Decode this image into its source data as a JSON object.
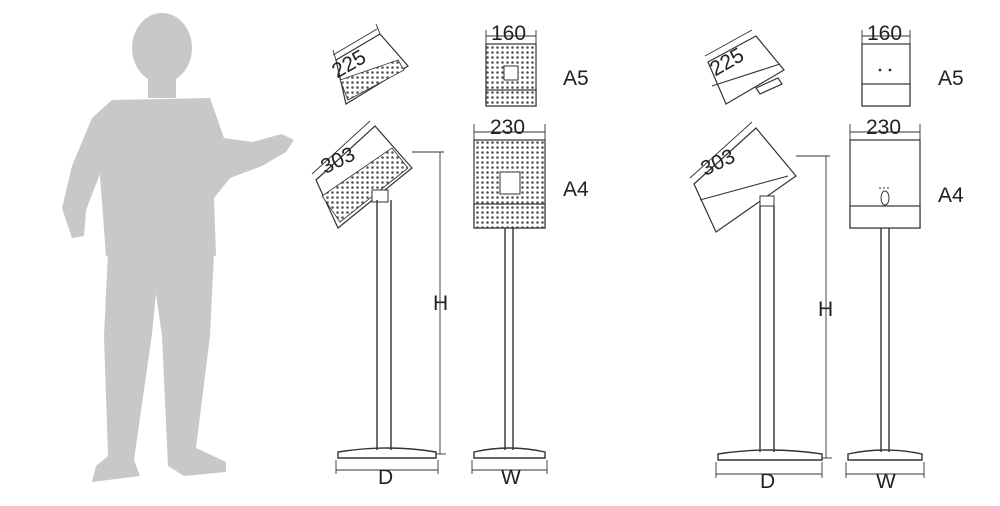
{
  "colors": {
    "silhouette": "#c8c8c8",
    "line": "#333333",
    "background": "#ffffff"
  },
  "figure": {
    "name": "person-silhouette"
  },
  "stands": [
    {
      "style": "perforated",
      "side_view": {
        "a5_width": "225",
        "a4_width": "303",
        "height_label": "H",
        "depth_label": "D"
      },
      "front_view": {
        "a5_width": "160",
        "a5_label": "A5",
        "a4_width": "230",
        "a4_label": "A4",
        "width_label": "W"
      }
    },
    {
      "style": "solid",
      "side_view": {
        "a5_width": "225",
        "a4_width": "303",
        "height_label": "H",
        "depth_label": "D"
      },
      "front_view": {
        "a5_width": "160",
        "a5_label": "A5",
        "a4_width": "230",
        "a4_label": "A4",
        "width_label": "W"
      }
    }
  ]
}
